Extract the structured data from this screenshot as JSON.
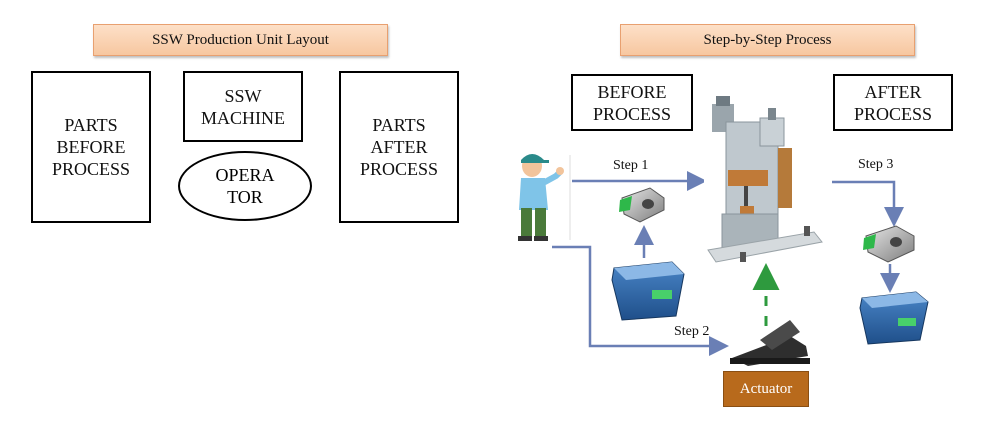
{
  "left_panel": {
    "title": "SSW Production Unit Layout",
    "parts_before": "PARTS\nBEFORE\nPROCESS",
    "ssw_machine": "SSW\nMACHINE",
    "operator": "OPERA\nTOR",
    "parts_after": "PARTS\nAFTER\nPROCESS"
  },
  "right_panel": {
    "title": "Step-by-Step Process",
    "before_process": "BEFORE\nPROCESS",
    "after_process": "AFTER\nPROCESS",
    "step1": "Step 1",
    "step2": "Step 2",
    "step3": "Step 3",
    "actuator": "Actuator"
  },
  "colors": {
    "arrow": "#6a7fb5",
    "dashed_arrow": "#2e9a3e",
    "actuator_fill": "#b86a1c",
    "banner_fill": "#f7c7a0"
  }
}
